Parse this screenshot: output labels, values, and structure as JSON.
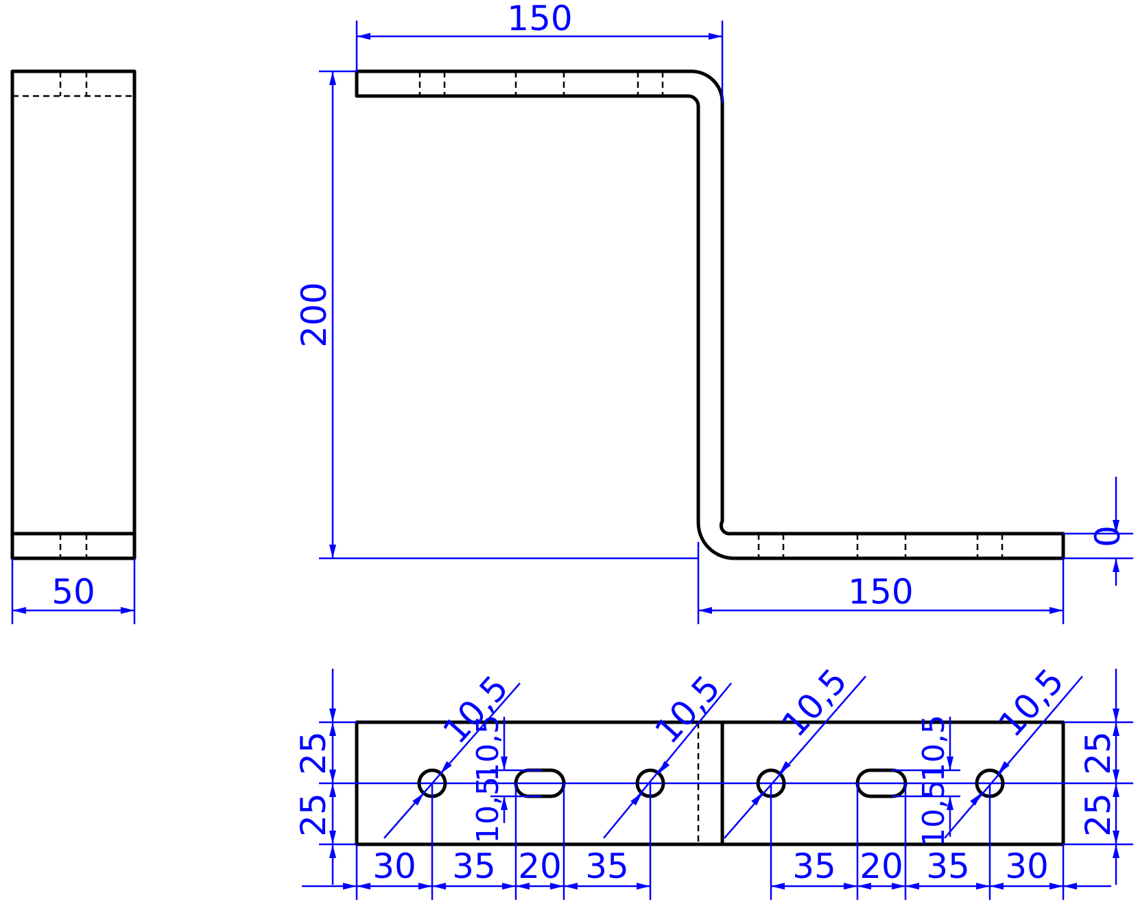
{
  "drawing": {
    "colors": {
      "geometry": "#000000",
      "dimension": "#0000ff",
      "background": "#ffffff"
    },
    "dimensions": {
      "side_width": "50",
      "top_flange_length": "150",
      "overall_height": "200",
      "bottom_flange_length": "150",
      "thickness": "0",
      "hole_diameter_1": "10,5",
      "hole_diameter_2": "10,5",
      "hole_diameter_3": "10,5",
      "hole_diameter_4": "10,5",
      "slot_height_left_a": "10,5",
      "slot_height_left_b": "10,5",
      "slot_height_right_a": "10,5",
      "slot_height_right_b": "10,5",
      "left_edge_top": "25",
      "left_edge_bottom": "25",
      "right_edge_top": "25",
      "right_edge_bottom": "25",
      "bottom_chain": [
        "30",
        "35",
        "20",
        "35",
        "35",
        "20",
        "35",
        "30"
      ]
    }
  }
}
